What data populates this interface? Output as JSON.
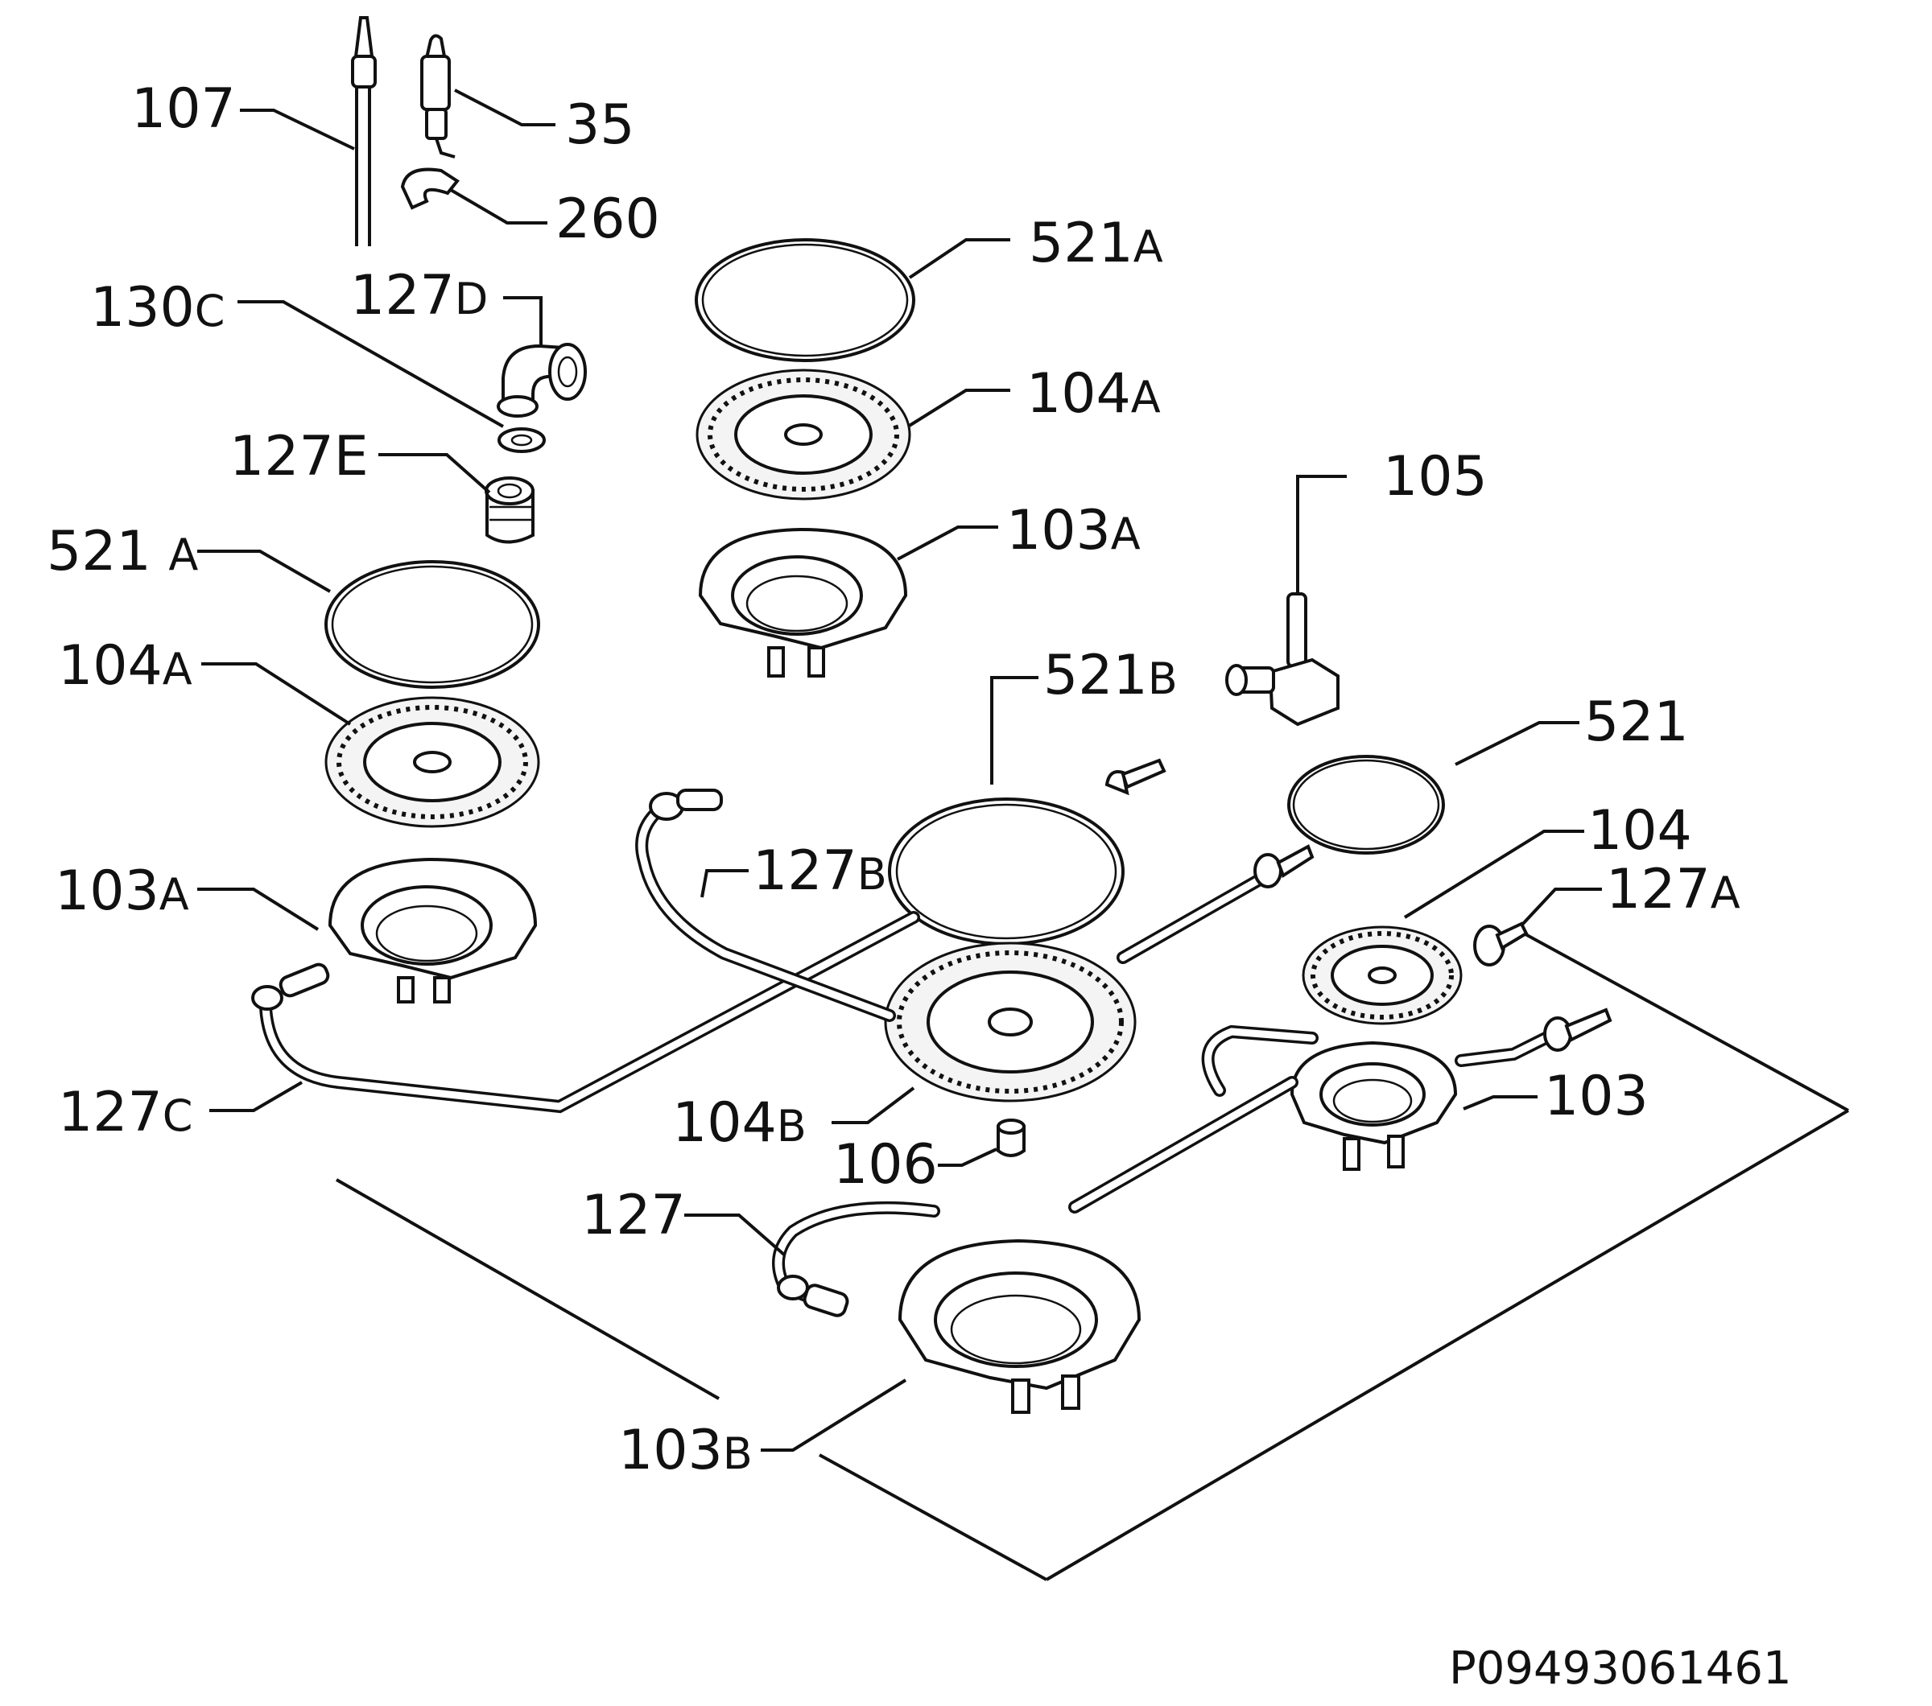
{
  "diagram": {
    "reference_code": "P09493061461",
    "labels": [
      {
        "id": "107",
        "num": "107",
        "suffix": ""
      },
      {
        "id": "35",
        "num": "35",
        "suffix": ""
      },
      {
        "id": "260",
        "num": "260",
        "suffix": ""
      },
      {
        "id": "127d",
        "num": "127",
        "suffix": "D"
      },
      {
        "id": "130c",
        "num": "130",
        "suffix": "C"
      },
      {
        "id": "127e",
        "num": "127E",
        "suffix": ""
      },
      {
        "id": "521a-left",
        "num": "521 ",
        "suffix": "A"
      },
      {
        "id": "104a-left",
        "num": "104",
        "suffix": "A"
      },
      {
        "id": "103a-left",
        "num": "103",
        "suffix": "A"
      },
      {
        "id": "127c",
        "num": "127",
        "suffix": "C"
      },
      {
        "id": "521a-top",
        "num": "521",
        "suffix": "A"
      },
      {
        "id": "104a-top",
        "num": "104",
        "suffix": "A"
      },
      {
        "id": "103a-top",
        "num": "103",
        "suffix": "A"
      },
      {
        "id": "105",
        "num": "105",
        "suffix": ""
      },
      {
        "id": "521b",
        "num": "521",
        "suffix": "B"
      },
      {
        "id": "521",
        "num": "521",
        "suffix": ""
      },
      {
        "id": "104",
        "num": "104",
        "suffix": ""
      },
      {
        "id": "127b",
        "num": "127",
        "suffix": "B"
      },
      {
        "id": "127a",
        "num": "127",
        "suffix": "A"
      },
      {
        "id": "103",
        "num": "103",
        "suffix": ""
      },
      {
        "id": "104b",
        "num": "104",
        "suffix": "B"
      },
      {
        "id": "106",
        "num": "106",
        "suffix": ""
      },
      {
        "id": "127",
        "num": "127",
        "suffix": ""
      },
      {
        "id": "103b",
        "num": "103",
        "suffix": "B"
      }
    ]
  }
}
